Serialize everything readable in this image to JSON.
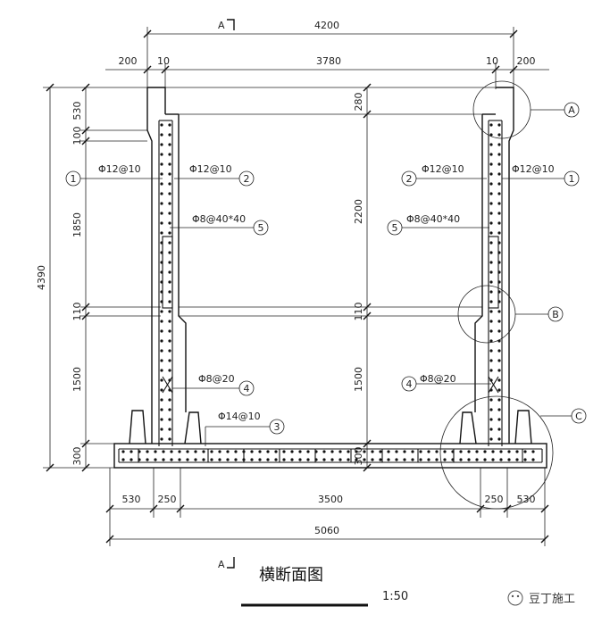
{
  "section": {
    "mark_top": "A",
    "mark_bottom": "A"
  },
  "dimensions": {
    "top_total": "4200",
    "top_left_outer": "200",
    "top_left_gap": "10",
    "top_clear": "3780",
    "top_right_gap": "10",
    "top_right_outer": "200",
    "left_total": "4390",
    "left_530": "530",
    "left_100": "100",
    "left_1850": "1850",
    "left_110": "110",
    "left_1500": "1500",
    "left_300": "300",
    "mid_280": "280",
    "mid_2200": "2200",
    "mid_110": "110",
    "mid_1500": "1500",
    "mid_300": "300",
    "bottom_530_left": "530",
    "bottom_250_left": "250",
    "bottom_3500": "3500",
    "bottom_250_right": "250",
    "bottom_530_right": "530",
    "bottom_total": "5060"
  },
  "rebar_labels": {
    "l_outer": "Φ12@10",
    "l_inner": "Φ12@10",
    "l_stirrup": "Φ8@40*40",
    "l_bottom_stirrup": "Φ8@20",
    "slab": "Φ14@10",
    "r_inner": "Φ12@10",
    "r_outer": "Φ12@10",
    "r_stirrup": "Φ8@40*40",
    "r_bottom_stirrup": "Φ8@20"
  },
  "callouts": {
    "n1": "1",
    "n2": "2",
    "n3": "3",
    "n4": "4",
    "n5": "5",
    "A": "A",
    "B": "B",
    "C": "C"
  },
  "title": "横断面图",
  "scale": "1:50",
  "watermark": "豆丁施工"
}
